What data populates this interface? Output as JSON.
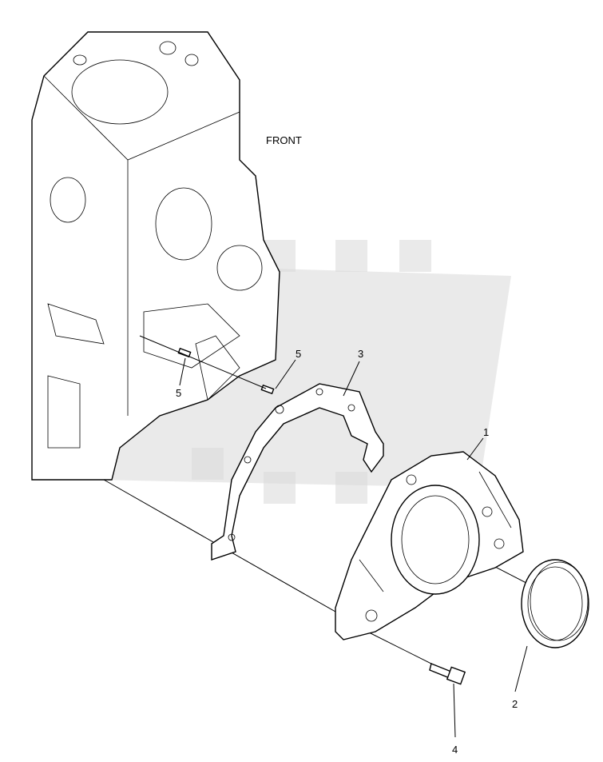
{
  "diagram": {
    "front_label": "FRONT",
    "callouts": {
      "c1": "1",
      "c2": "2",
      "c3": "3",
      "c4": "4",
      "c5a": "5",
      "c5b": "5"
    },
    "parts": [
      {
        "id": "1",
        "name": "rear-cover-housing"
      },
      {
        "id": "2",
        "name": "oil-seal-ring"
      },
      {
        "id": "3",
        "name": "gasket"
      },
      {
        "id": "4",
        "name": "bolt"
      },
      {
        "id": "5",
        "name": "dowel-pin"
      }
    ]
  }
}
